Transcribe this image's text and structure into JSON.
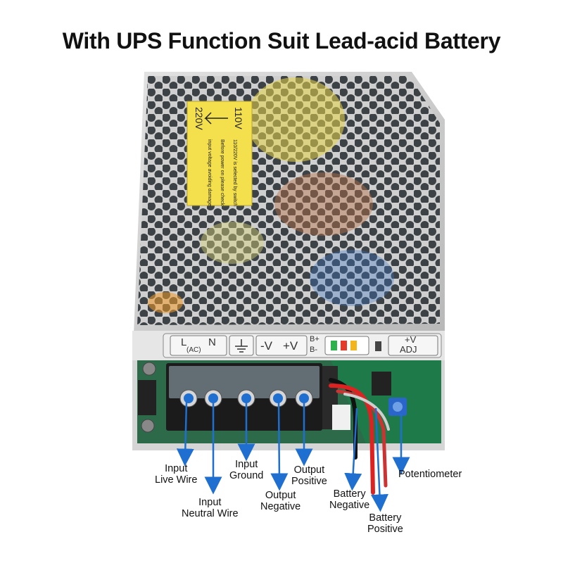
{
  "title": "With UPS Function Suit Lead-acid Battery",
  "unit": {
    "sticker": {
      "label_110": "110V",
      "label_220": "220V",
      "text_lines": [
        "110/220V is selected by switch",
        "Before power on please check",
        "input voltage avoiding damage"
      ]
    },
    "terminal_labels": {
      "l": "L",
      "n": "N",
      "ac": "(AC)",
      "v_minus": "-V",
      "v_plus": "+V",
      "b_plus": "B+",
      "b_minus": "B-",
      "v_adj_top": "+V",
      "v_adj_bottom": "ADJ"
    }
  },
  "callouts": {
    "input_live": [
      "Input",
      "Live Wire"
    ],
    "input_neutral": [
      "Input",
      "Neutral Wire"
    ],
    "input_ground": [
      "Input",
      "Ground"
    ],
    "output_negative": [
      "Output",
      "Negative"
    ],
    "output_positive": [
      "Output",
      "Positive"
    ],
    "battery_negative": [
      "Battery",
      "Negative"
    ],
    "battery_positive": [
      "Battery",
      "Positive"
    ],
    "potentiometer": "Potentiometer"
  },
  "colors": {
    "arrow": "#1e6fd0",
    "casing": "#d9d9d9",
    "pcb": "#1f7a4a",
    "sticker": "#f4e04d",
    "led_green": "#2bb24c",
    "led_red": "#e33a2a",
    "led_yellow": "#f2b51c"
  }
}
